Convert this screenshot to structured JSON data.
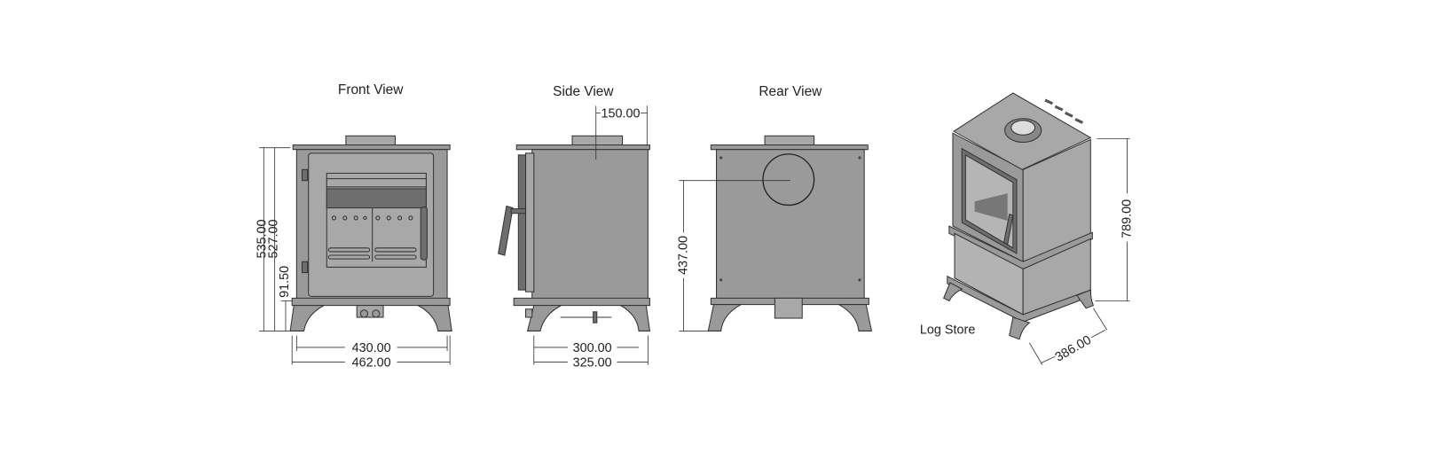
{
  "views": {
    "front": {
      "title": "Front View",
      "height_overall": "535.00",
      "height_body": "527.00",
      "leg_height": "91.50",
      "width_body": "430.00",
      "width_overall": "462.00"
    },
    "side": {
      "title": "Side View",
      "flue_offset": "150.00",
      "depth_body": "300.00",
      "depth_overall": "325.00"
    },
    "rear": {
      "title": "Rear View",
      "flue_height": "437.00"
    },
    "isometric": {
      "label": "Log Store",
      "height_total": "789.00",
      "depth": "386.00"
    }
  },
  "colors": {
    "body": "#9a9a9a",
    "line": "#333333",
    "background": "#ffffff"
  }
}
